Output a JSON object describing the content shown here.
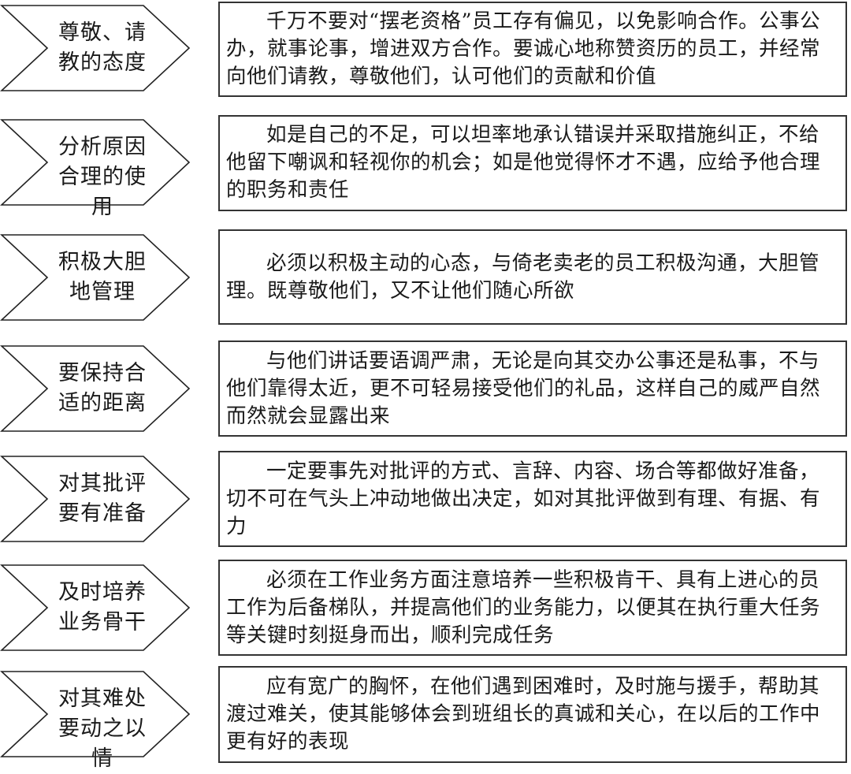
{
  "rows": [
    {
      "label": "尊敬、请教的态度",
      "text": "千万不要对“摆老资格”员工存有偏见，以免影响合作。公事公办，就事论事，增进双方合作。要诚心地称赞资历的员工，并经常向他们请教，尊敬他们，认可他们的贡献和价值"
    },
    {
      "label": "分析原因合理的使用",
      "text": "如是自己的不足，可以坦率地承认错误并采取措施纠正，不给他留下嘲讽和轻视你的机会；如是他觉得怀才不遇，应给予他合理的职务和责任"
    },
    {
      "label": "积极大胆地管理",
      "text": "必须以积极主动的心态，与倚老卖老的员工积极沟通，大胆管理。既尊敬他们，又不让他们随心所欲"
    },
    {
      "label": "要保持合适的距离",
      "text": "与他们讲话要语调严肃，无论是向其交办公事还是私事，不与他们靠得太近，更不可轻易接受他们的礼品，这样自己的威严自然而然就会显露出来"
    },
    {
      "label": "对其批评要有准备",
      "text": "一定要事先对批评的方式、言辞、内容、场合等都做好准备，切不可在气头上冲动地做出决定，如对其批评做到有理、有据、有力"
    },
    {
      "label": "及时培养业务骨干",
      "text": "必须在工作业务方面注意培养一些积极肯干、具有上进心的员工作为后备梯队，并提高他们的业务能力，以便其在执行重大任务等关键时刻挺身而出，顺利完成任务"
    },
    {
      "label": "对其难处要动之以情",
      "text": "应有宽广的胸怀，在他们遇到困难时，及时施与援手，帮助其渡过难关，使其能够体会到班组长的真诚和关心，在以后的工作中更有好的表现"
    }
  ]
}
